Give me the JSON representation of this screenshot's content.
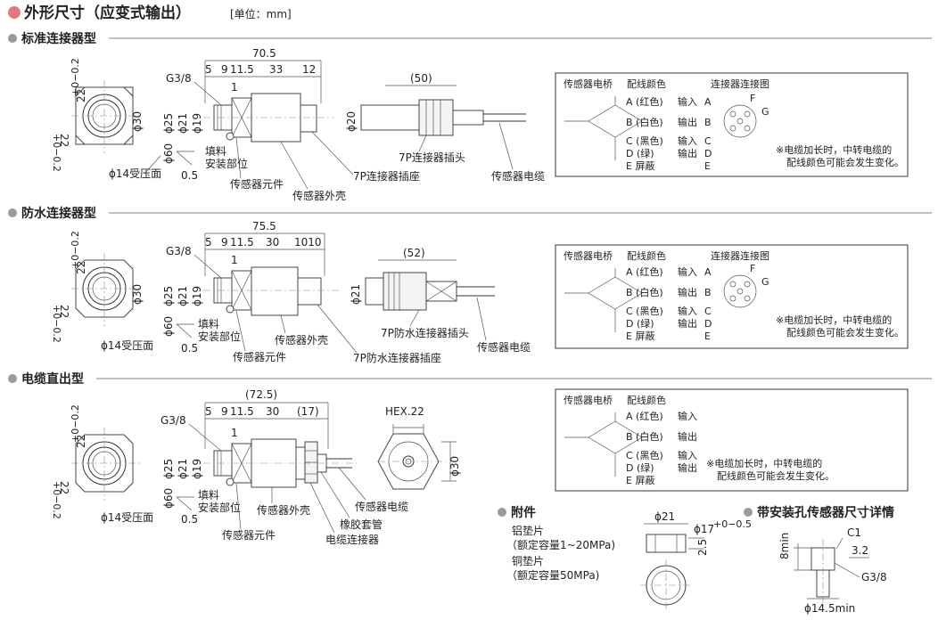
{
  "title": "外形尺寸（应变式输出）",
  "unit": "[单位：mm]",
  "colors": {
    "title_dot": "#e8777c",
    "section_dot": "#9a9a9a",
    "line": "#333333"
  },
  "sections": [
    {
      "heading": "标准连接器型",
      "dims": {
        "total": "70.5",
        "d5": "5",
        "d9": "9",
        "d115": "11.5",
        "d33": "33",
        "d12": "12",
        "cable_len": "(50)"
      },
      "thread": "G3/8",
      "diameters": {
        "d25": "ϕ25",
        "d21": "ϕ21",
        "d19": "ϕ19",
        "d30": "ϕ30",
        "d20": "ϕ20",
        "d60": "ϕ60"
      },
      "hex_top": "22",
      "hex_tol": "+0−0.2",
      "hex_bot": "22",
      "hex_tol2": "+0−0.2",
      "p14": "ϕ14受压面",
      "fill_label": [
        "填料",
        "安装部位"
      ],
      "gap": "0.5",
      "labels": {
        "element": "传感器元件",
        "housing": "传感器外壳",
        "socket": "7P连接器插座",
        "plug": "7P连接器插头",
        "cable": "传感器电缆"
      },
      "one": "1"
    },
    {
      "heading": "防水连接器型",
      "dims": {
        "total": "75.5",
        "d5": "5",
        "d9": "9",
        "d115": "11.5",
        "d30": "30",
        "d1010": "1010",
        "cable_len": "(52)"
      },
      "thread": "G3/8",
      "diameters": {
        "d25": "ϕ25",
        "d21": "ϕ21",
        "d19": "ϕ19",
        "d30": "ϕ30",
        "d21b": "ϕ21",
        "d60": "ϕ60"
      },
      "hex_top": "22",
      "hex_tol": "+0−0.2",
      "hex_bot": "22",
      "hex_tol2": "+0−0.2",
      "p14": "ϕ14受压面",
      "fill_label": [
        "填料",
        "安装部位"
      ],
      "gap": "0.5",
      "labels": {
        "element": "传感器元件",
        "housing": "传感器外壳",
        "socket": "7P防水连接器插座",
        "plug": "7P防水连接器插头",
        "cable": "传感器电缆"
      },
      "one": "1"
    },
    {
      "heading": "电缆直出型",
      "dims": {
        "total": "(72.5)",
        "d5": "5",
        "d9": "9",
        "d115": "11.5",
        "d30": "30",
        "d17": "(17)"
      },
      "thread": "G3/8",
      "diameters": {
        "d25": "ϕ25",
        "d21": "ϕ21",
        "d19": "ϕ19",
        "d30": "ϕ30",
        "d60": "ϕ60"
      },
      "hex": "HEX.22",
      "hex_top": "22",
      "hex_tol": "+0−0.2",
      "hex_bot": "22",
      "hex_tol2": "+0−0.2",
      "p14": "ϕ14受压面",
      "fill_label": [
        "填料",
        "安装部位"
      ],
      "gap": "0.5",
      "labels": {
        "element": "传感器元件",
        "housing": "传感器外壳",
        "rubber": "橡胶套管",
        "cable": "传感器电缆",
        "connector": "电缆连接器"
      },
      "one": "1"
    }
  ],
  "wiring": {
    "bridge": "传感器电桥",
    "color": "配线颜色",
    "conn": "连接器连接图",
    "rows": [
      {
        "wire": "A (红色)",
        "sign": "+",
        "func": "输入",
        "pin": "A"
      },
      {
        "wire": "B (白色)",
        "sign": "−",
        "func": "输出",
        "pin": "B"
      },
      {
        "wire": "C (黑色)",
        "sign": "−",
        "func": "输入",
        "pin": "C"
      },
      {
        "wire": "D (绿)",
        "sign": "+",
        "func": "输出",
        "pin": "D"
      },
      {
        "wire": "E 屏蔽",
        "sign": "",
        "func": "",
        "pin": "E"
      }
    ],
    "pinF": "F",
    "pinG": "G",
    "note": [
      "※电缆加长时，中转电缆的",
      "配线颜色可能会发生变化。"
    ]
  },
  "accessory": {
    "heading": "附件",
    "item1": [
      "铝垫片",
      "（额定容量1~20MPa)"
    ],
    "item2": [
      "铜垫片",
      "（额定容量50MPa)"
    ],
    "d21": "ϕ21",
    "d17": "ϕ17",
    "d17tol": "+0−0.5",
    "t": "2.5"
  },
  "hole": {
    "heading": "带安装孔传感器尺寸详情",
    "c1": "C1",
    "d32": "3.2",
    "min8": "8min",
    "thread": "G3/8",
    "d145": "ϕ14.5min"
  }
}
